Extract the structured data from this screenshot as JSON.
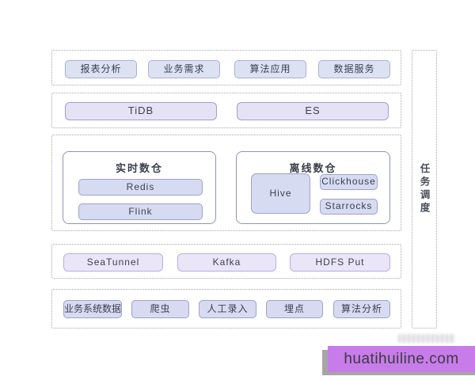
{
  "layers": {
    "application": {
      "items": [
        "报表分析",
        "业务需求",
        "算法应用",
        "数据服务"
      ]
    },
    "serving": {
      "items": [
        "TiDB",
        "ES"
      ]
    },
    "warehouse": {
      "realtime": {
        "title": "实时数仓",
        "items": [
          "Redis",
          "Flink"
        ]
      },
      "offline": {
        "title": "离线数仓",
        "main": "Hive",
        "items": [
          "Clickhouse",
          "Starrocks"
        ]
      }
    },
    "ingestion": {
      "items": [
        "SeaTunnel",
        "Kafka",
        "HDFS Put"
      ]
    },
    "sources": {
      "items": [
        "业务系统数据",
        "爬虫",
        "人工录入",
        "埋点",
        "算法分析"
      ]
    },
    "scheduler": {
      "title": "任务调度"
    }
  },
  "watermark": {
    "text": "huatihuiline.com"
  },
  "colors": {
    "app_box_fill": "#dde2f3",
    "app_box_border": "#a9b0d4",
    "serving_box_fill": "#e6e2f6",
    "group_box_border": "#8f96b5",
    "warehouse_box_fill": "#d6dbf1",
    "ingest_box_fill": "#eae6f8",
    "source_box_fill": "#d7daf1",
    "dashed_border": "#a8a8a8",
    "banner_background": "#c77cea",
    "banner_shadow": "#a6a6a6",
    "text": "#3b3f4e"
  }
}
